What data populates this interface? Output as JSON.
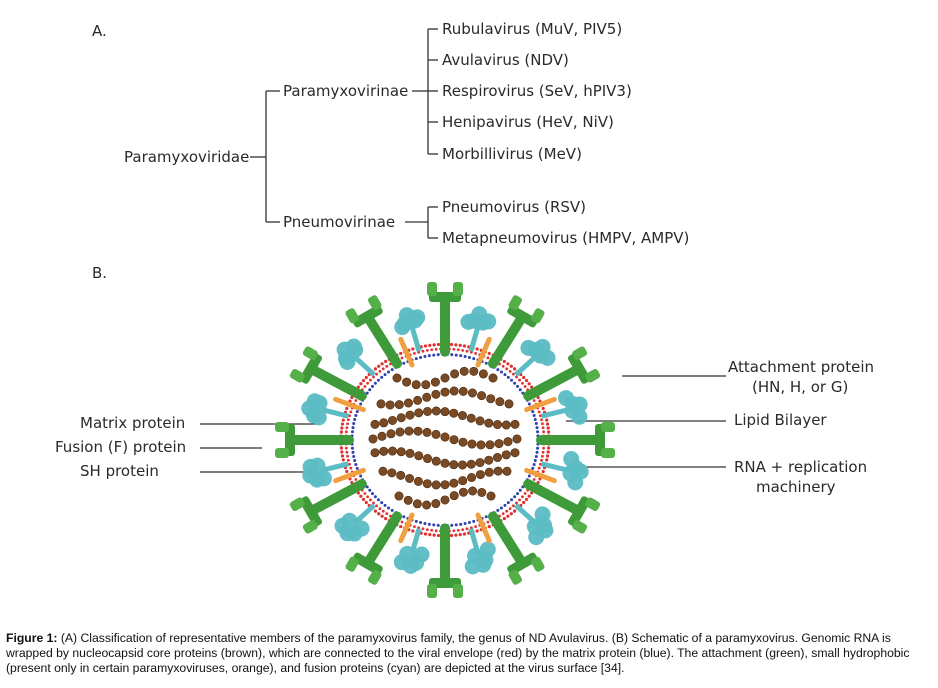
{
  "panel_a": {
    "letter": "A.",
    "family": "Paramyxoviridae",
    "subfamilies": [
      {
        "name": "Paramyxovirinae",
        "genera": [
          "Rubulavirus (MuV, PIV5)",
          "Avulavirus (NDV)",
          "Respirovirus (SeV, hPIV3)",
          "Henipavirus (HeV, NiV)",
          "Morbillivirus (MeV)"
        ]
      },
      {
        "name": "Pneumovirinae",
        "genera": [
          "Pneumovirus (RSV)",
          "Metapneumovirus (HMPV, AMPV)"
        ]
      }
    ]
  },
  "panel_b": {
    "letter": "B.",
    "left_labels": {
      "matrix": "Matrix protein",
      "fusion": "Fusion (F) protein",
      "sh": "SH protein"
    },
    "right_labels": {
      "attachment_line1": "Attachment protein",
      "attachment_line2": "(HN, H, or G)",
      "lipid": "Lipid Bilayer",
      "rna_line1": "RNA + replication",
      "rna_line2": "machinery"
    },
    "colors": {
      "envelope": "#e03030",
      "matrix": "#3040b0",
      "nucleocapsid": "#7a4a24",
      "attachment": "#3f9a3a",
      "fusion": "#5bbcc4",
      "sh": "#f0a040"
    }
  },
  "caption": {
    "label": "Figure 1:",
    "text": " (A) Classification of representative members of the paramyxovirus family, the genus of ND Avulavirus. (B) Schematic of a paramyxovirus. Genomic RNA is wrapped by nucleocapsid core proteins (brown), which are connected to the viral envelope (red) by the matrix protein (blue). The attachment (green), small hydrophobic (present only in certain paramyxoviruses, orange), and fusion proteins (cyan) are depicted at the virus surface [34]."
  }
}
